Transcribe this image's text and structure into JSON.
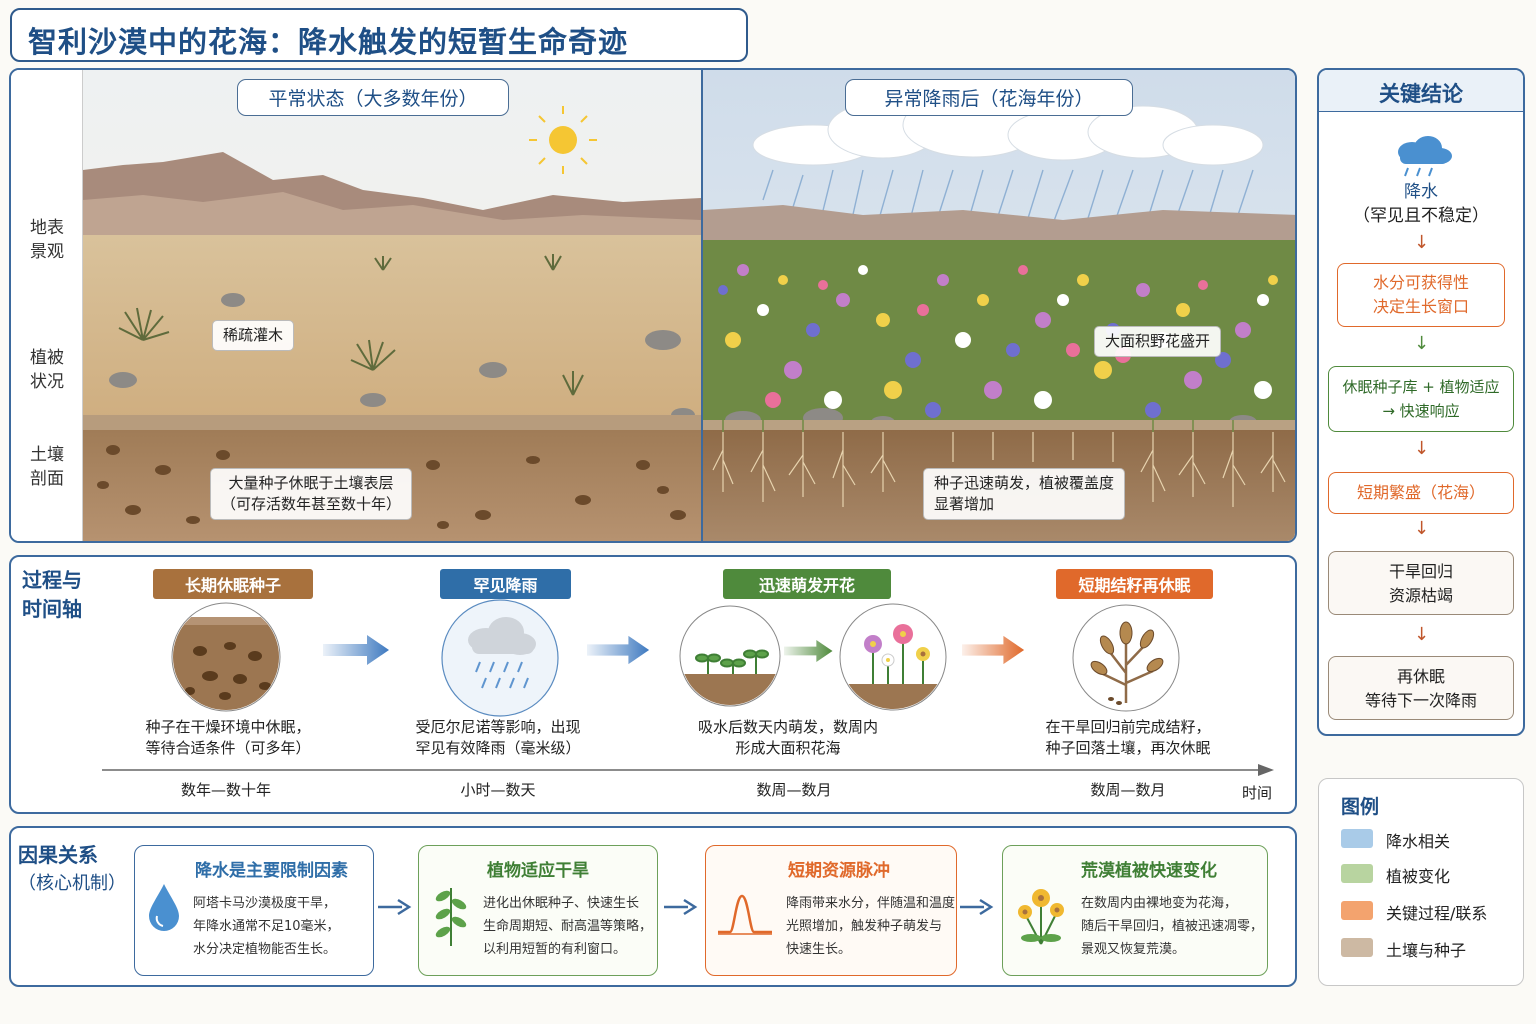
{
  "title": "智利沙漠中的花海：降水触发的短暂生命奇迹",
  "top": {
    "row_labels": [
      "地表\n景观",
      "植被\n状况",
      "土壤\n剖面"
    ],
    "left": {
      "header": "平常状态（大多数年份）",
      "tag_shrub": "稀疏灌木",
      "tag_seed_line1": "大量种子休眠于土壤表层",
      "tag_seed_line2": "（可存活数年甚至数十年）"
    },
    "right": {
      "header": "异常降雨后（花海年份）",
      "tag_bloom": "大面积野花盛开",
      "tag_sprout_line1": "种子迅速萌发，植被覆盖度",
      "tag_sprout_line2": "显著增加"
    }
  },
  "process": {
    "label_line1": "过程与",
    "label_line2": "时间轴",
    "stages": [
      {
        "title": "长期休眠种子",
        "color": "#a8713d",
        "cap1": "种子在干燥环境中休眠，",
        "cap2": "等待合适条件（可多年）",
        "tick": "数年—数十年"
      },
      {
        "title": "罕见降雨",
        "color": "#2f6ea8",
        "cap1": "受厄尔尼诺等影响，出现",
        "cap2": "罕见有效降雨（毫米级）",
        "tick": "小时—数天"
      },
      {
        "title": "迅速萌发开花",
        "color": "#4f8a3c",
        "cap1": "吸水后数天内萌发，数周内",
        "cap2": "形成大面积花海",
        "tick": "数周—数月"
      },
      {
        "title": "短期结籽再休眠",
        "color": "#e0692b",
        "cap1": "在干旱回归前完成结籽，",
        "cap2": "种子回落土壤，再次休眠",
        "tick": "数周—数月"
      }
    ],
    "axis_label": "时间"
  },
  "causal": {
    "label_line1": "因果关系",
    "label_line2": "（核心机制）",
    "cards": [
      {
        "title": "降水是主要限制因素",
        "color": "#2f6ea8",
        "lines": [
          "阿塔卡马沙漠极度干旱，",
          "年降水通常不足10毫米，",
          "水分决定植物能否生长。"
        ]
      },
      {
        "title": "植物适应干旱",
        "color": "#3f7f35",
        "lines": [
          "进化出休眠种子、快速生长",
          "生命周期短、耐高温等策略，",
          "以利用短暂的有利窗口。"
        ]
      },
      {
        "title": "短期资源脉冲",
        "color": "#e0692b",
        "lines": [
          "降雨带来水分，伴随温和温度",
          "光照增加，触发种子萌发与",
          "快速生长。"
        ]
      },
      {
        "title": "荒漠植被快速变化",
        "color": "#3f7f35",
        "lines": [
          "在数周内由裸地变为花海，",
          "随后干旱回归，植被迅速凋零，",
          "景观又恢复荒漠。"
        ]
      }
    ]
  },
  "conclusion": {
    "header": "关键结论",
    "rain_line1": "降水",
    "rain_line2": "（罕见且不稳定）",
    "boxes": [
      {
        "line1": "水分可获得性",
        "line2": "决定生长窗口",
        "color": "#e0692b"
      },
      {
        "line1": "休眠种子库 + 植物适应",
        "line2": "→ 快速响应",
        "color": "#4f8a3c"
      },
      {
        "line1": "短期繁盛（花海）",
        "line2": "",
        "color": "#e0692b"
      },
      {
        "line1": "干旱回归",
        "line2": "资源枯竭",
        "color": "#9a8a78"
      },
      {
        "line1": "再休眠",
        "line2": "等待下一次降雨",
        "color": "#9a8a78"
      }
    ]
  },
  "legend": {
    "header": "图例",
    "items": [
      {
        "label": "降水相关",
        "color": "#a9cbe8"
      },
      {
        "label": "植被变化",
        "color": "#b8d4a0"
      },
      {
        "label": "关键过程/联系",
        "color": "#f3a36e"
      },
      {
        "label": "土壤与种子",
        "color": "#cdb9a3"
      }
    ]
  }
}
